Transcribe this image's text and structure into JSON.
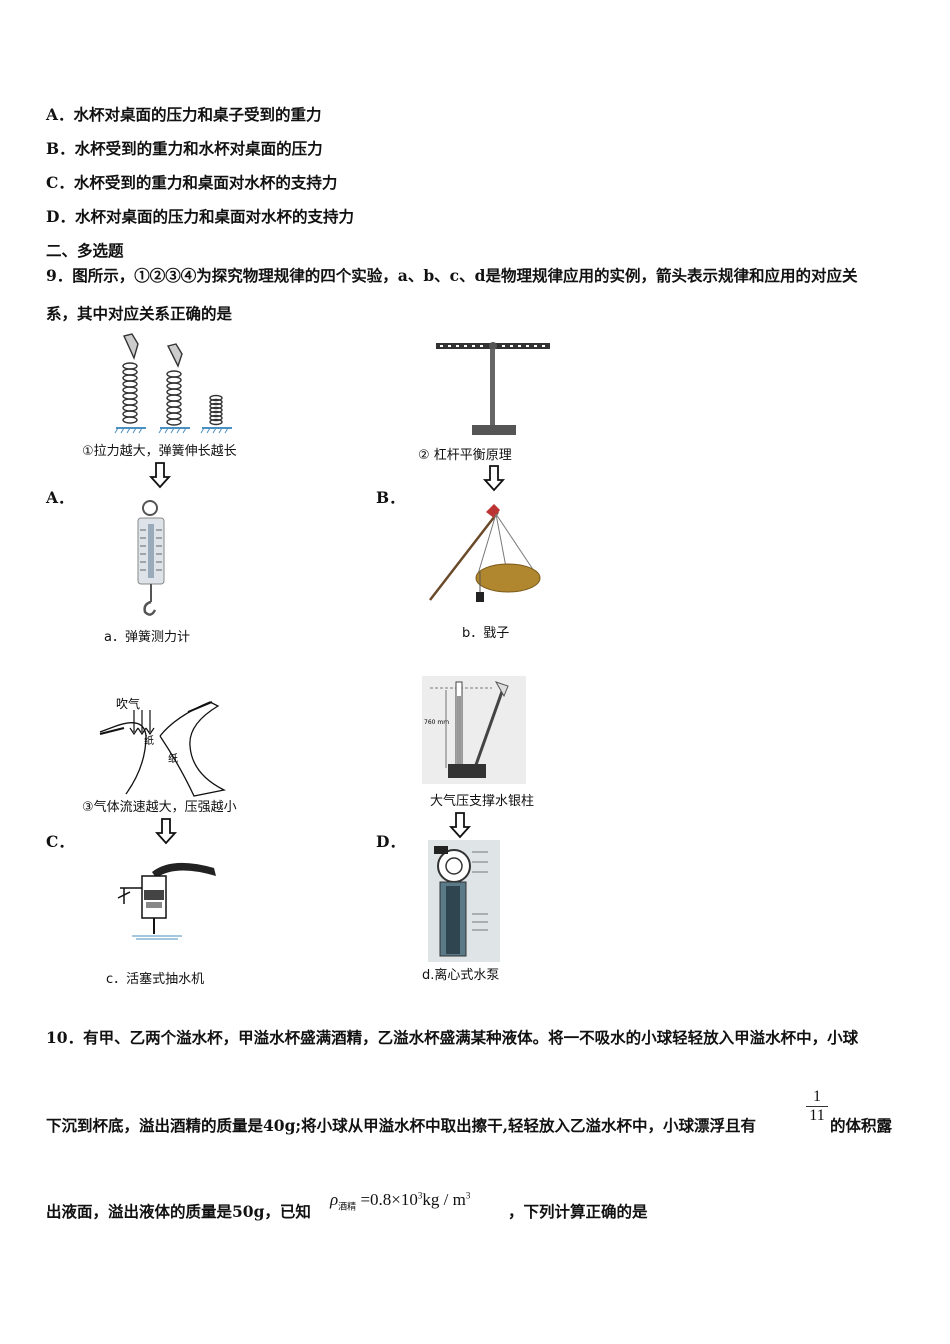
{
  "options_q8": [
    {
      "label": "A．",
      "text": "水杯对桌面的压力和桌子受到的重力"
    },
    {
      "label": "B．",
      "text": "水杯受到的重力和水杯对桌面的压力"
    },
    {
      "label": "C．",
      "text": "水杯受到的重力和桌面对水杯的支持力"
    },
    {
      "label": "D．",
      "text": "水杯对桌面的压力和桌面对水杯的支持力"
    }
  ],
  "section_title": "二、多选题",
  "q9": {
    "line1": "9．图所示，①②③④为探究物理规律的四个实验，a、b、c、d是物理规律应用的实例，箭头表示规律和应用的对应关",
    "line2": "系，其中对应关系正确的是",
    "panels": {
      "A": {
        "label": "A．",
        "top_caption": "①拉力越大，弹簧伸长越长",
        "bottom_caption": "a．弹簧测力计"
      },
      "B": {
        "label": "B．",
        "top_caption": "② 杠杆平衡原理",
        "bottom_caption": "b．戥子"
      },
      "C": {
        "label": "C．",
        "top_caption": "③气体流速越大，压强越小",
        "bottom_caption": "c．活塞式抽水机",
        "blow_label": "吹气",
        "paper1": "纸",
        "paper2": "纸"
      },
      "D": {
        "label": "D．",
        "top_caption": "大气压支撑水银柱",
        "bottom_caption": "d.离心式水泵",
        "mm_label": "760 mm"
      }
    }
  },
  "q10": {
    "line1": "10．有甲、乙两个溢水杯，甲溢水杯盛满酒精，乙溢水杯盛满某种液体。将一不吸水的小球轻轻放入甲溢水杯中，小球",
    "line2_a": "下沉到杯底，溢出酒精的质量是40g;将小球从甲溢水杯中取出擦干,轻轻放入乙溢水杯中，小球漂浮且有",
    "frac_num": "1",
    "frac_den": "11",
    "line2_b": "的体积露",
    "line3_a": "出液面，溢出液体的质量是50g，已知",
    "rho": "ρ",
    "rho_sub": "酒精",
    "formula": "=0.8×10",
    "formula_exp": "3",
    "formula_unit": "kg / m",
    "formula_unit_exp": "3",
    "line3_b": "，下列计算正确的是"
  }
}
